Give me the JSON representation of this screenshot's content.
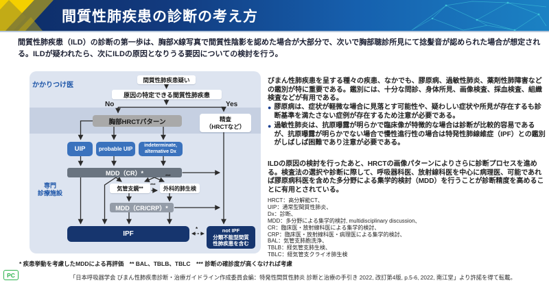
{
  "header": {
    "title": "間質性肺疾患の診断の考え方"
  },
  "intro": "間質性肺疾患（ILD）の診断の第一歩は、胸部X線写真で間質性陰影を認めた場合が大部分で、次いで胸部聴診所見にて捻髪音が認められた場合が想定される。ILDが疑われたら、次にILDの原因となりうる要因についての検討を行う。",
  "flowchart": {
    "zone_primary": "かかりつけ医",
    "zone_specialist_1": "専門",
    "zone_specialist_2": "診療施設",
    "suspect": "間質性肺疾患疑い",
    "identify_cause": "原因の特定できる間質性肺疾患",
    "label_no": "No",
    "label_yes": "Yes",
    "hrct_pattern": "胸部HRCTパターン",
    "workup_1": "精査",
    "workup_2": "（HRCTなど）",
    "uip": "UIP",
    "probable_uip": "probable UIP",
    "indeterminate_1": "indeterminate,",
    "indeterminate_2": "alternative Dx",
    "mdd_cr": "MDD（CR）*",
    "bronchoscopy": "気管支鏡**",
    "surgical_biopsy": "外科的肺生検",
    "mdd_cr_crp": "MDD（CR/CRP）*",
    "ipf": "IPF",
    "not_ipf_1": "not IPF",
    "not_ipf_2": "分類不能型間質",
    "not_ipf_3": "性肺疾患を含む",
    "star": "*",
    "triple_star": "***"
  },
  "right_column": {
    "para1": "びまん性肺疾患を呈する種々の疾患、なかでも、膠原病、過敏性肺炎、薬剤性肺障害などの鑑別が特に重要である。鑑別には、十分な問診、身体所見、画像検査、採血検査、組織検査などが有用である。",
    "bullets": [
      "膠原病は、症状が軽微な場合に見落とす可能性や、疑わしい症状や所見が存在するも診断基準を満たさない症例が存在するため注意が必要である。",
      "過敏性肺炎は、抗原曝露が明らかで臨床像が特徴的な場合は診断が比較的容易であるが、抗原曝露が明らかでない場合で慢性進行性の場合は特発性肺線維症（IPF）との鑑別がしばしば困難であり注意が必要である。"
    ],
    "para2": "ILDの原因の検討を行ったあと、HRCTの画像パターンによりさらに診断プロセスを進める。検査法の選択や診断に際して、呼吸器科医、放射線科医を中心に病理医、可能であれば膠原病科医を含めた多分野による集学的検討（MDD）を行うことが診断精度を高めることに有用とされている。",
    "abbreviations": [
      "HRCT：高分解能CT、",
      "UIP：通常型間質性肺炎、",
      "Dx：診断、",
      "MDD：多分野による集学的検討, multidisciplinary discussion、",
      "CR：臨床医・放射線科医による集学的検討、",
      "CRP：臨床医・放射線科医・病理医による集学的検討、",
      "BAL：気管支肺胞洗浄、",
      "TBLB：経気管支肺生検、",
      "TBLC：経気管支クライオ肺生検"
    ]
  },
  "footnote": "* 疾患挙動を考慮したMDDによる再評価　** BAL、TBLB、TBLC　*** 診断の確診度が高くなければ考慮",
  "citation": "「日本呼吸器学会 びまん性肺疾患診断・治療ガイドライン作成委員会編：特発性間質性肺炎 診断と治療の手引き 2022, 改訂第4版, p.5-6, 2022, 南江堂」より許諾を得て転載。",
  "badge": "PC",
  "colors": {
    "header_navy": "#123a7e",
    "accent_yellow": "#f2cc0d",
    "mesh_cyan": "#46d6e0",
    "panel_blue": "#dde4f0",
    "band_blue": "#c6d0e2",
    "node_blue": "#3a72bd",
    "node_navy": "#16356e",
    "mdd_gray": "#6a7480",
    "mdd_light_gray": "#949ca8",
    "hrct_gray": "#a9a9a9",
    "zone_text_blue": "#1d55a8",
    "bullet_blue": "#1b3f8f",
    "badge_green": "#2bb24c"
  }
}
